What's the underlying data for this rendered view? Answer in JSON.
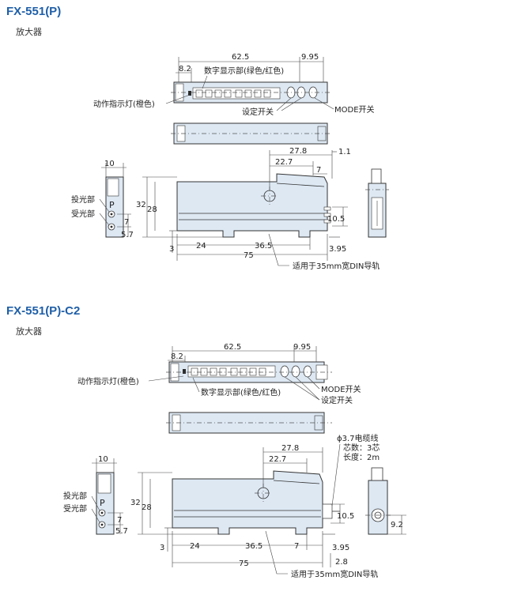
{
  "section1": {
    "title": "FX-551(P)",
    "subtitle": "放大器",
    "labels": {
      "display": "数字显示部(绿色/红色)",
      "indicator": "动作指示灯(橙色)",
      "setting": "设定开关",
      "mode": "MODE开关",
      "emitter": "投光部",
      "receiver": "受光部",
      "p": "P",
      "din": "适用于35mm宽DIN导轨"
    },
    "dims": {
      "d62_5": "62.5",
      "d9_95": "9.95",
      "d8_2": "8.2",
      "d27_8": "27.8",
      "d1_1": "1.1",
      "d22_7": "22.7",
      "d7a": "7",
      "d10": "10",
      "d32": "32",
      "d28": "28",
      "d7b": "7",
      "d5_7": "5.7",
      "d10_5": "10.5",
      "d3": "3",
      "d24": "24",
      "d36_5": "36.5",
      "d3_95": "3.95",
      "d75": "75"
    }
  },
  "section2": {
    "title": "FX-551(P)-C2",
    "subtitle": "放大器",
    "labels": {
      "indicator": "动作指示灯(橙色)",
      "display": "数字显示部(绿色/红色)",
      "mode": "MODE开关",
      "setting": "设定开关",
      "cable1": "ϕ3.7电缆线",
      "cable2": "芯数：3芯",
      "cable3": "长度：2m",
      "emitter": "投光部",
      "receiver": "受光部",
      "p": "P",
      "din": "适用于35mm宽DIN导轨"
    },
    "dims": {
      "d62_5": "62.5",
      "d9_95": "9.95",
      "d8_2": "8.2",
      "d27_8": "27.8",
      "d22_7": "22.7",
      "d10": "10",
      "d32": "32",
      "d28": "28",
      "d7b": "7",
      "d5_7": "5.7",
      "d10_5": "10.5",
      "d9_2": "9.2",
      "d3": "3",
      "d24": "24",
      "d36_5": "36.5",
      "d7c": "7",
      "d3_95": "3.95",
      "d2_8": "2.8",
      "d75": "75"
    }
  }
}
